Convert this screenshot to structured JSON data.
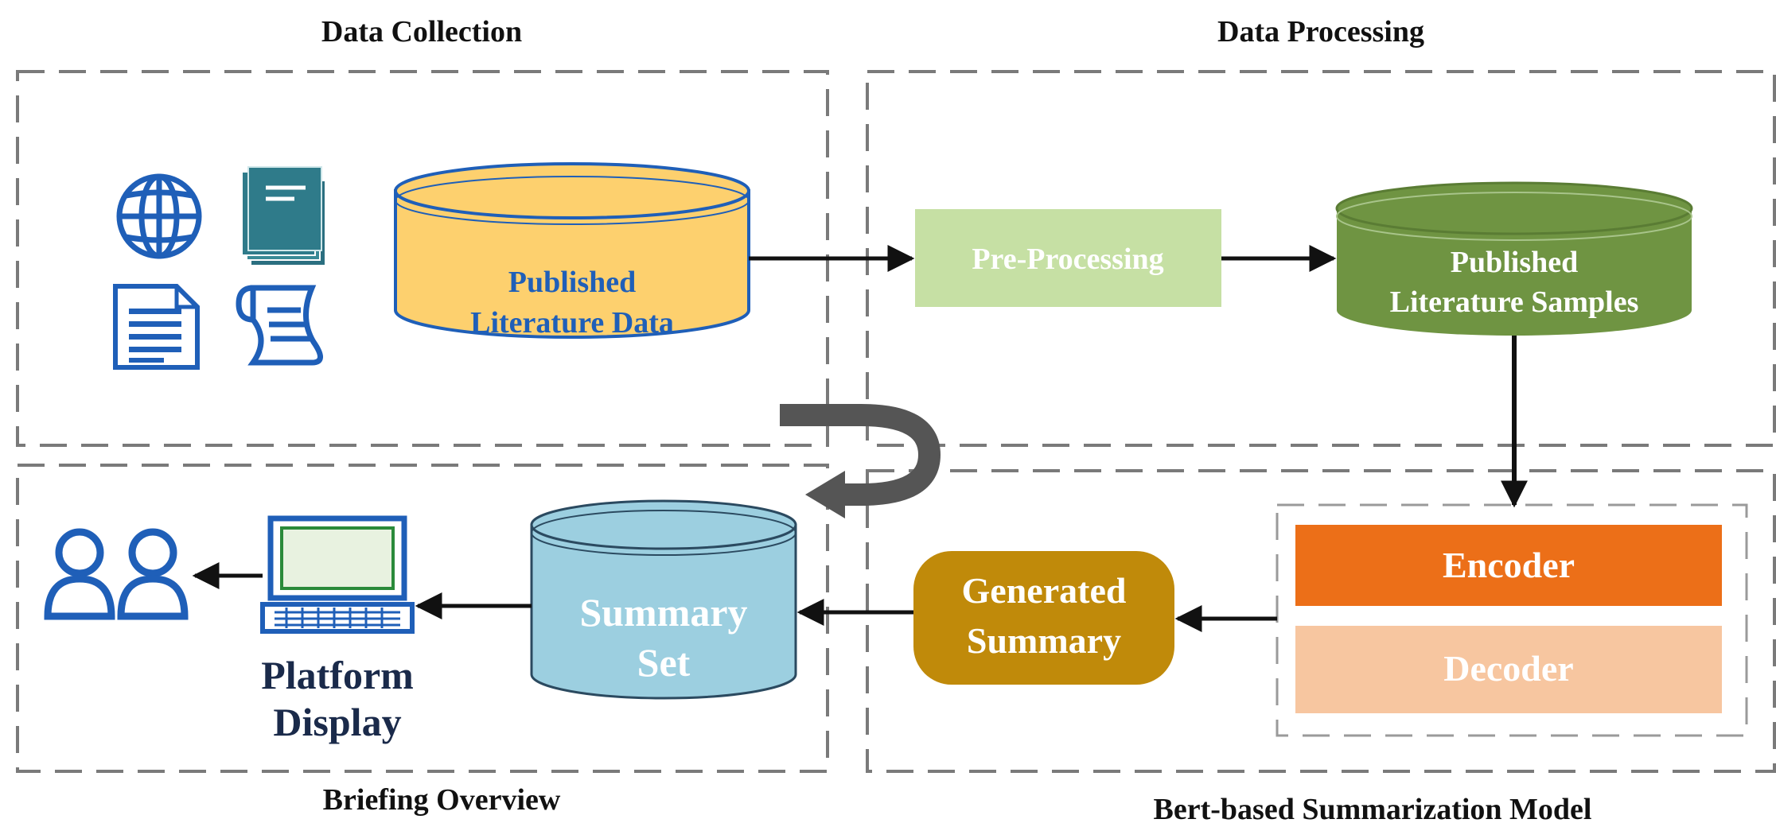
{
  "sections": {
    "data_collection": "Data Collection",
    "data_processing": "Data Processing",
    "briefing_overview": "Briefing Overview",
    "bert_model": "Bert-based Summarization Model"
  },
  "nodes": {
    "published_literature_data": [
      "Published",
      "Literature Data"
    ],
    "pre_processing": "Pre-Processing",
    "published_literature_samples": [
      "Published",
      "Literature Samples"
    ],
    "encoder": "Encoder",
    "decoder": "Decoder",
    "generated_summary": [
      "Generated",
      "Summary"
    ],
    "summary_set": [
      "Summary",
      "Set"
    ],
    "platform_display": [
      "Platform",
      "Display"
    ]
  },
  "colors": {
    "literature_db": "#fdd06e",
    "literature_db_text": "#1f5fb8",
    "pre_processing": "#c6e0a4",
    "samples_db": "#6f9442",
    "encoder": "#ec6f18",
    "decoder": "#f7c6a0",
    "generated_summary": "#c08a0a",
    "summary_set": "#9ccfe0",
    "icon_blue": "#1f5fb8",
    "icon_teal": "#2f7b8a",
    "text_dark": "#111111",
    "platform_text": "#1a2a4a",
    "dash": "#7a7a7a",
    "arrow": "#111111",
    "loop_arrow": "#555555"
  },
  "icons": [
    "globe-icon",
    "books-icon",
    "document-icon",
    "scroll-icon",
    "users-icon",
    "computer-icon",
    "loop-arrow-icon"
  ]
}
